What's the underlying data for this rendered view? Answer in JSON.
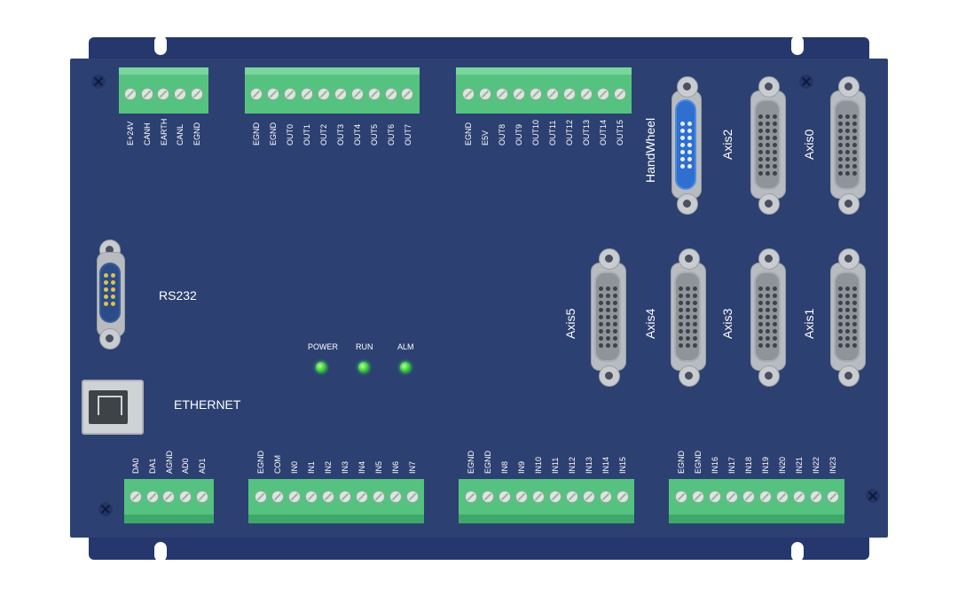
{
  "colors": {
    "board": "#2d4072",
    "flange": "#25376d",
    "terminal": "#55c280",
    "connector_grey": "#b8bcc0",
    "handwheel_blue": "#2e6fd0",
    "led_green": "#2ec132"
  },
  "top_terminals": [
    {
      "pins": [
        "E+24V",
        "CANH",
        "EARTH",
        "CANL",
        "EGND"
      ]
    },
    {
      "pins": [
        "EGND",
        "EGND",
        "OUT0",
        "OUT1",
        "OUT2",
        "OUT3",
        "OUT4",
        "OUT5",
        "OUT6",
        "OUT7"
      ]
    },
    {
      "pins": [
        "EGND",
        "E5V",
        "OUT8",
        "OUT9",
        "OUT10",
        "OUT11",
        "OUT12",
        "OUT13",
        "OUT14",
        "OUT15"
      ]
    }
  ],
  "bottom_terminals": [
    {
      "pins": [
        "DA0",
        "DA1",
        "AGND",
        "AD0",
        "AD1"
      ]
    },
    {
      "pins": [
        "EGND",
        "COM",
        "IN0",
        "IN1",
        "IN2",
        "IN3",
        "IN4",
        "IN5",
        "IN6",
        "IN7"
      ]
    },
    {
      "pins": [
        "EGND",
        "EGND",
        "IN8",
        "IN9",
        "IN10",
        "IN11",
        "IN12",
        "IN13",
        "IN14",
        "IN15"
      ]
    },
    {
      "pins": [
        "EGND",
        "EGND",
        "IN16",
        "IN17",
        "IN18",
        "IN19",
        "IN20",
        "IN21",
        "IN22",
        "IN23"
      ]
    }
  ],
  "connectors": {
    "handwheel": "HandWheel",
    "axis0": "Axis0",
    "axis1": "Axis1",
    "axis2": "Axis2",
    "axis3": "Axis3",
    "axis4": "Axis4",
    "axis5": "Axis5",
    "rs232": "RS232",
    "ethernet": "ETHERNET"
  },
  "leds": {
    "power": "POWER",
    "run": "RUN",
    "alm": "ALM"
  }
}
